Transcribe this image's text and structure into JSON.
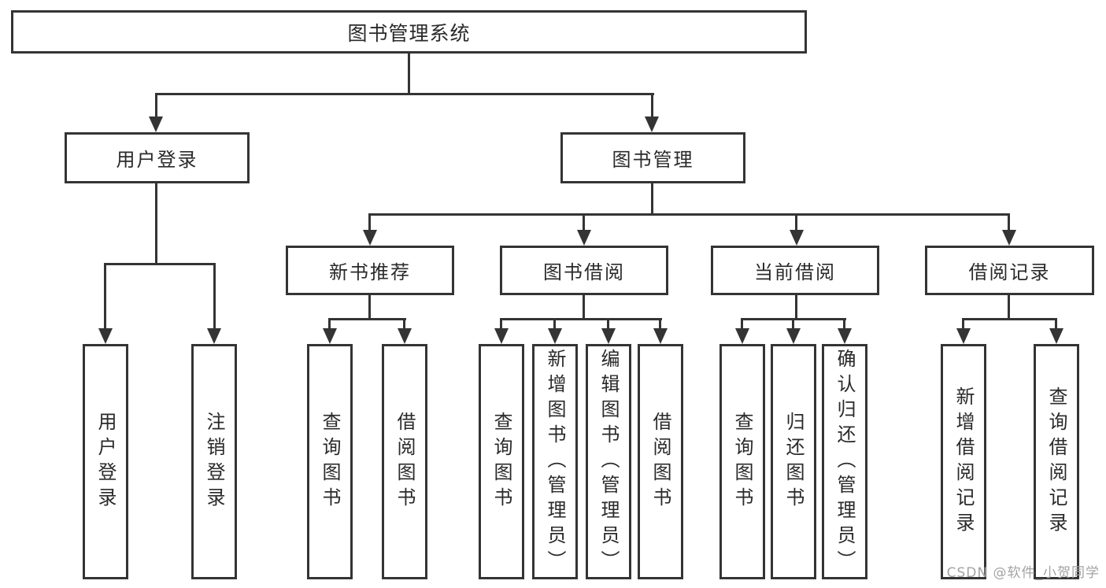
{
  "root": {
    "label": "图书管理系统"
  },
  "level1": [
    {
      "label": "用户登录"
    },
    {
      "label": "图书管理"
    }
  ],
  "level2": [
    {
      "label": "新书推荐",
      "parent": "图书管理"
    },
    {
      "label": "图书借阅",
      "parent": "图书管理"
    },
    {
      "label": "当前借阅",
      "parent": "图书管理"
    },
    {
      "label": "借阅记录",
      "parent": "图书管理"
    }
  ],
  "leaves": [
    {
      "label": "用户登录",
      "parent": "用户登录"
    },
    {
      "label": "注销登录",
      "parent": "用户登录"
    },
    {
      "label": "查询图书",
      "parent": "新书推荐"
    },
    {
      "label": "借阅图书",
      "parent": "新书推荐"
    },
    {
      "label": "查询图书",
      "parent": "图书借阅"
    },
    {
      "label": "新增图书（管理员）",
      "parent": "图书借阅"
    },
    {
      "label": "编辑图书（管理员）",
      "parent": "图书借阅"
    },
    {
      "label": "借阅图书",
      "parent": "图书借阅"
    },
    {
      "label": "查询图书",
      "parent": "当前借阅"
    },
    {
      "label": "归还图书",
      "parent": "当前借阅"
    },
    {
      "label": "确认归还（管理员）",
      "parent": "当前借阅"
    },
    {
      "label": "新增借阅记录",
      "parent": "借阅记录"
    },
    {
      "label": "查询借阅记录",
      "parent": "借阅记录"
    }
  ],
  "watermark": "CSDN @软件_小贺同学",
  "colors": {
    "line": "#343434",
    "border": "#343434",
    "text": "#2a2a2a",
    "watermark": "#a3a3a3",
    "background": "#ffffff"
  }
}
